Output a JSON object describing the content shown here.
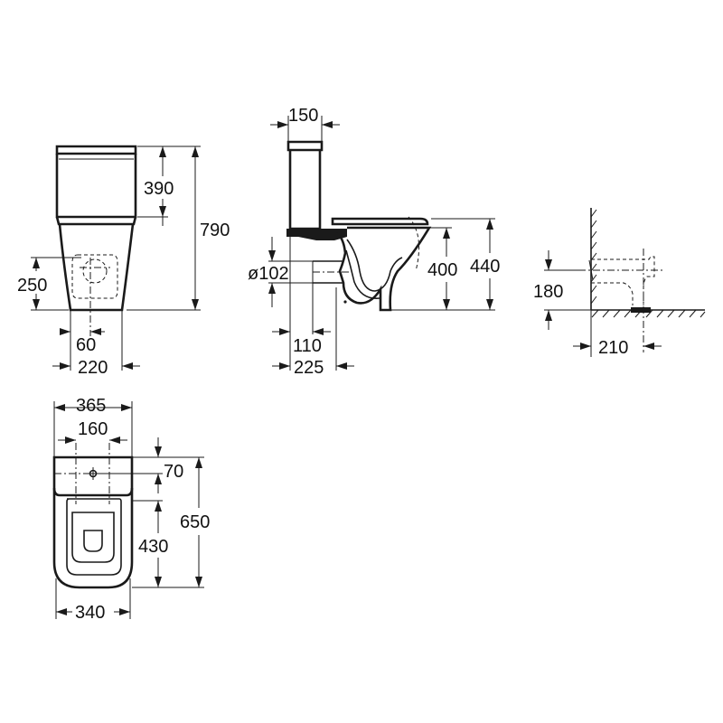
{
  "front_view": {
    "dim_height_total": "790",
    "dim_cistern_height": "390",
    "dim_outlet_height": "250",
    "dim_outlet_offset": "60",
    "dim_base_width": "220"
  },
  "side_view": {
    "dim_cistern_depth": "150",
    "dim_outlet_diameter": "ø102",
    "dim_bowl_height": "400",
    "dim_seat_height": "440",
    "dim_outlet_wall": "110",
    "dim_base_depth": "225"
  },
  "connection_detail": {
    "dim_pipe_height": "180",
    "dim_pipe_wall": "210"
  },
  "top_view": {
    "dim_total_width": "365",
    "dim_fixing_spacing": "160",
    "dim_fixing_offset": "70",
    "dim_total_length": "650",
    "dim_seat_length": "430",
    "dim_bowl_width": "340"
  }
}
